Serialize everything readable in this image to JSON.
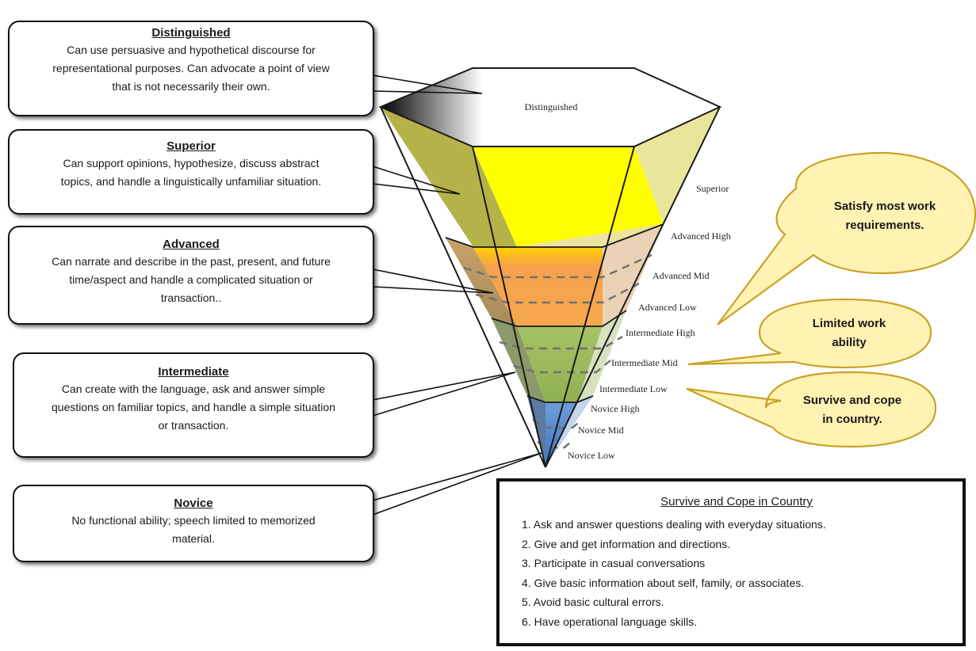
{
  "descriptions": {
    "distinguished": {
      "title": "Distinguished",
      "lines": [
        "Can use persuasive and hypothetical discourse for",
        "representational purposes. Can advocate a point of view",
        "that is not necessarily their own."
      ]
    },
    "superior": {
      "title": "Superior",
      "lines": [
        "Can support opinions, hypothesize, discuss abstract",
        "topics, and handle a linguistically unfamiliar situation."
      ]
    },
    "advanced": {
      "title": "Advanced",
      "lines": [
        "Can narrate and describe in the past, present, and future",
        "time/aspect and handle a complicated situation or",
        "transaction.."
      ]
    },
    "intermediate": {
      "title": "Intermediate",
      "lines": [
        "Can create with the language, ask and answer simple",
        "questions on familiar topics, and handle a simple situation",
        "or transaction."
      ]
    },
    "novice": {
      "title": "Novice",
      "lines": [
        "No functional ability; speech limited to memorized",
        "material."
      ]
    }
  },
  "pyramid": {
    "top_label": "Distinguished",
    "levels": [
      "Superior",
      "Advanced High",
      "Advanced Mid",
      "Advanced Low",
      "Intermediate High",
      "Intermediate Mid",
      "Intermediate Low",
      "Novice High",
      "Novice Mid",
      "Novice Low"
    ]
  },
  "callouts": {
    "work_requirements": [
      "Satisfy most work",
      "requirements."
    ],
    "limited_work": [
      "Limited work",
      "ability"
    ],
    "survive_cope": [
      "Survive and cope",
      "in country."
    ]
  },
  "cope_box": {
    "title": "Survive and Cope in Country",
    "items": [
      "1. Ask and answer questions dealing with everyday situations.",
      "2. Give and get information and directions.",
      "3. Participate in casual conversations",
      "4. Give basic information about self, family, or associates.",
      "5. Avoid basic cultural errors.",
      "6. Have operational language skills."
    ]
  },
  "colors": {
    "superior_front": "#ffff00",
    "superior_side": "#b5b24a",
    "advanced_front": "#f5a84e",
    "intermediate_front": "#9bbb59",
    "novice_front": "#5b8fd1",
    "callout_fill": "#fff2b3",
    "callout_stroke": "#c9a227"
  }
}
